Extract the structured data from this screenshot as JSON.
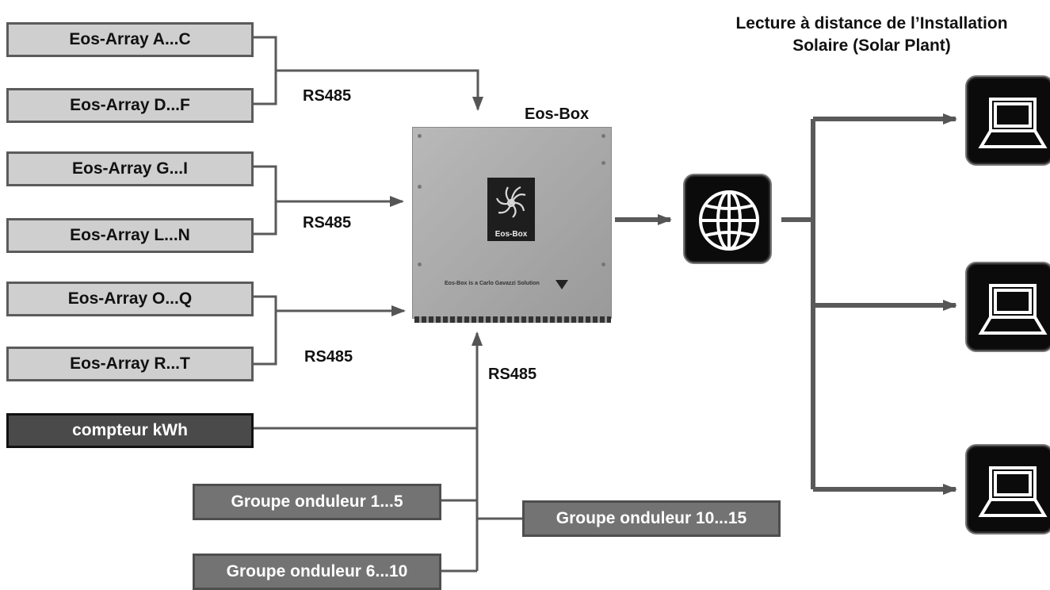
{
  "title": {
    "line1": "Lecture à distance de l’Installation",
    "line2": "Solaire (Solar Plant)"
  },
  "arrays": [
    {
      "label": "Eos-Array A...C"
    },
    {
      "label": "Eos-Array D...F"
    },
    {
      "label": "Eos-Array G...I"
    },
    {
      "label": "Eos-Array L...N"
    },
    {
      "label": "Eos-Array O...Q"
    },
    {
      "label": "Eos-Array R...T"
    }
  ],
  "meter": {
    "label": "compteur kWh"
  },
  "inverters": [
    {
      "label": "Groupe onduleur 1...5"
    },
    {
      "label": "Groupe onduleur 6...10"
    },
    {
      "label": "Groupe onduleur 10...15"
    }
  ],
  "bus_labels": [
    "RS485",
    "RS485",
    "RS485",
    "RS485"
  ],
  "device": {
    "name": "Eos-Box",
    "logo_text": "Eos-Box",
    "caption": "Eos-Box is a Carlo Gavazzi Solution"
  },
  "icons": {
    "internet": "globe-icon",
    "client": "laptop-icon"
  }
}
